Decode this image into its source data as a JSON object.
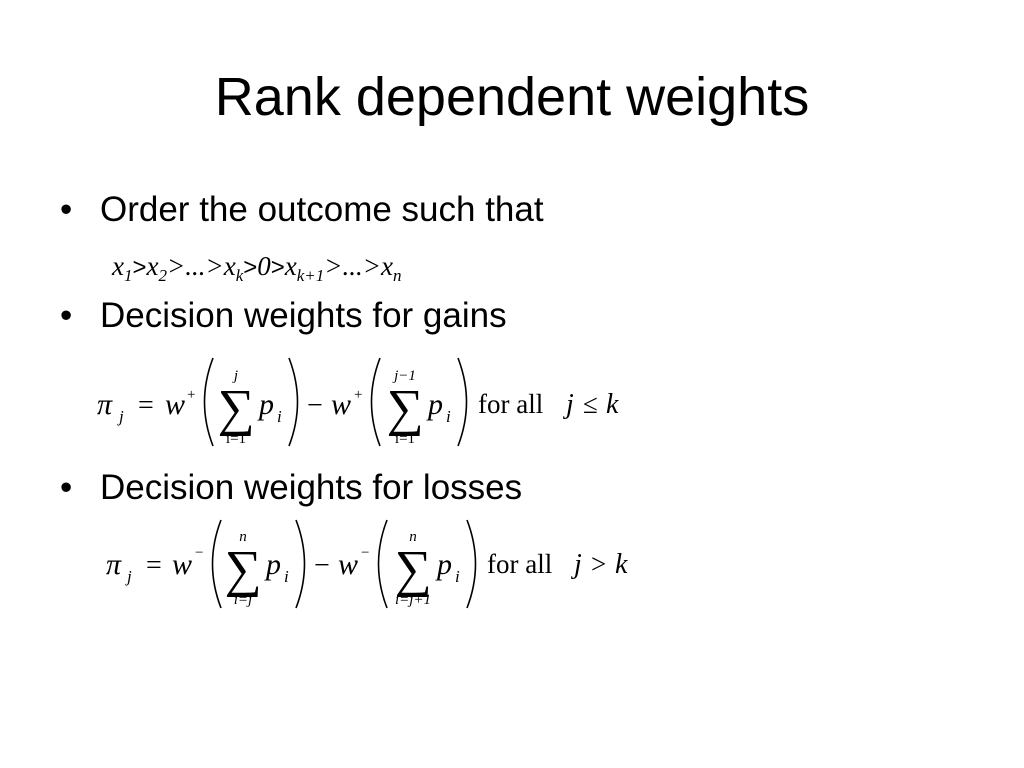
{
  "slide": {
    "title": "Rank dependent weights",
    "bullets": [
      "Order the outcome such that",
      "Decision weights for gains",
      "Decision weights for losses"
    ],
    "bullet_glyph": "•",
    "ordering": {
      "x": "x",
      "subs": [
        "1",
        "2",
        "k",
        "k+1",
        "n"
      ],
      "zero": "0",
      "gt": ">",
      "ellipsis": "..."
    },
    "gains_formula": {
      "pi": "π",
      "pi_sub": "j",
      "equals": "=",
      "w": "w",
      "w_sup": "+",
      "sum": "∑",
      "sum1_upper": "j",
      "sum1_lower": "i=1",
      "sum2_upper": "j−1",
      "sum2_lower": "i=1",
      "p": "p",
      "p_sub": "i",
      "minus": "−",
      "for_all": "for all",
      "condition_var": "j",
      "condition_op": "≤",
      "condition_rhs": "k"
    },
    "losses_formula": {
      "pi": "π",
      "pi_sub": "j",
      "equals": "=",
      "w": "w",
      "w_sup": "−",
      "sum": "∑",
      "sum1_upper": "n",
      "sum1_lower": "i=j",
      "sum2_upper": "n",
      "sum2_lower": "i=j+1",
      "p": "p",
      "p_sub": "i",
      "minus": "−",
      "for_all": "for all",
      "condition_var": "j",
      "condition_op": ">",
      "condition_rhs": "k"
    }
  }
}
